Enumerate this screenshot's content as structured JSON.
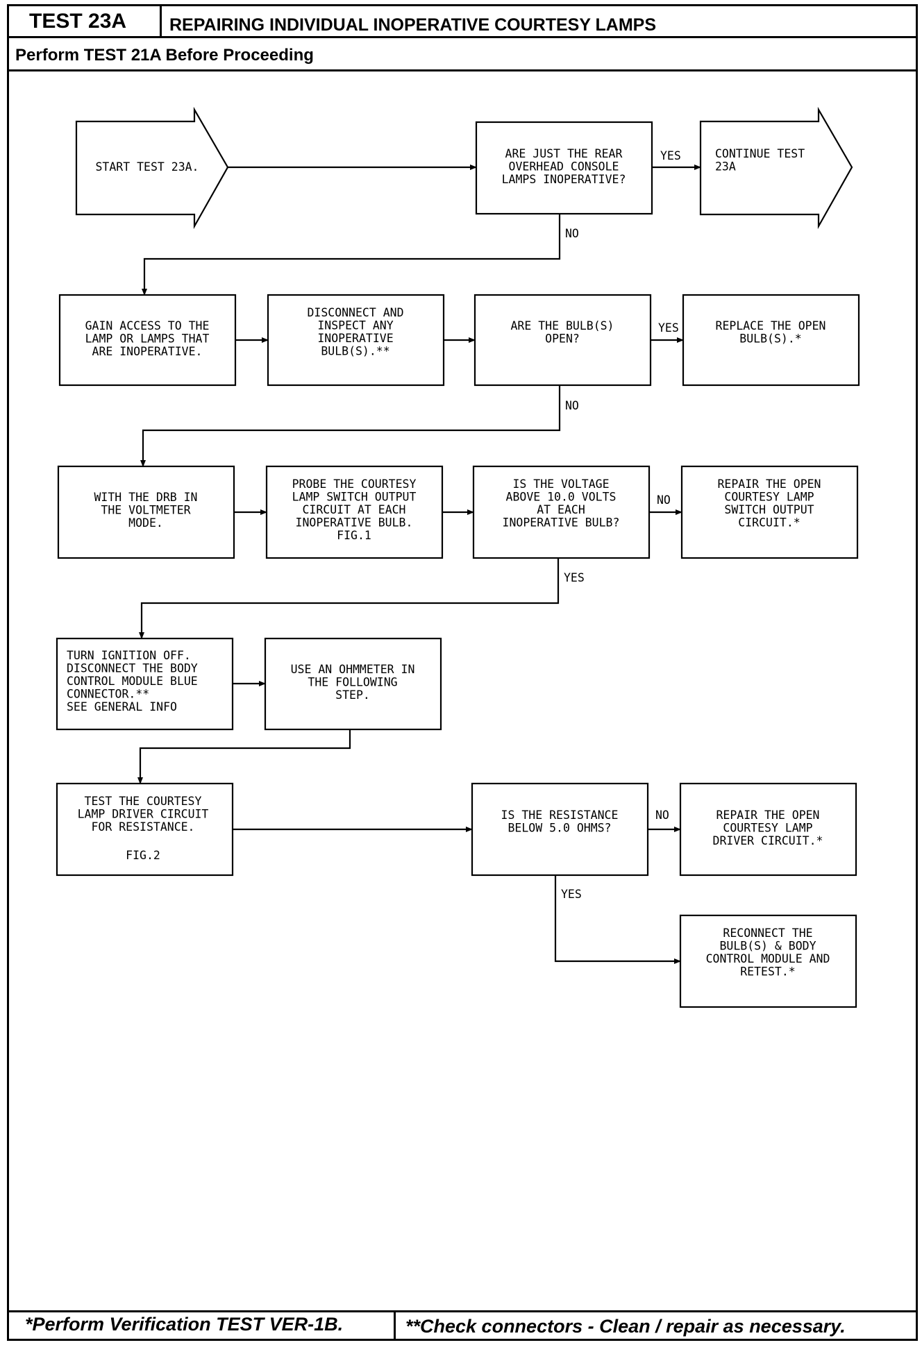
{
  "header": {
    "test_id": "TEST 23A",
    "title": "REPAIRING INDIVIDUAL INOPERATIVE COURTESY LAMPS",
    "prerequisite": "Perform TEST 21A Before Proceeding"
  },
  "flow": {
    "start": [
      "START TEST 23A."
    ],
    "q_rear": [
      "ARE JUST THE REAR",
      "OVERHEAD CONSOLE",
      "LAMPS INOPERATIVE?"
    ],
    "continue": [
      "CONTINUE TEST",
      "23A"
    ],
    "gain_access": [
      "GAIN ACCESS TO THE",
      "LAMP OR LAMPS THAT",
      "ARE INOPERATIVE."
    ],
    "disconnect_inspect": [
      "DISCONNECT AND",
      "INSPECT ANY",
      "INOPERATIVE",
      "BULB(S).**"
    ],
    "q_bulbs": [
      "ARE THE BULB(S)",
      "OPEN?"
    ],
    "replace_bulbs": [
      "REPLACE THE OPEN",
      "BULB(S).*"
    ],
    "drb": [
      "WITH THE DRB IN",
      "THE VOLTMETER",
      "MODE."
    ],
    "probe": [
      "PROBE THE COURTESY",
      "LAMP SWITCH OUTPUT",
      "CIRCUIT AT EACH",
      "INOPERATIVE BULB.",
      "FIG.1"
    ],
    "q_voltage": [
      "IS THE VOLTAGE",
      "ABOVE 10.0 VOLTS",
      "AT EACH",
      "INOPERATIVE BULB?"
    ],
    "repair_switch": [
      "REPAIR THE OPEN",
      "COURTESY LAMP",
      "SWITCH OUTPUT",
      "CIRCUIT.*"
    ],
    "ignition_off": [
      "TURN IGNITION OFF.",
      "DISCONNECT THE BODY",
      "CONTROL MODULE BLUE",
      "CONNECTOR.**",
      "SEE GENERAL INFO"
    ],
    "ohmmeter": [
      "USE AN OHMMETER IN",
      "THE FOLLOWING",
      "STEP."
    ],
    "test_driver": [
      "TEST THE COURTESY",
      "LAMP DRIVER CIRCUIT",
      "FOR RESISTANCE."
    ],
    "test_driver_fig": "FIG.2",
    "q_resistance": [
      "IS THE RESISTANCE",
      "BELOW 5.0 OHMS?"
    ],
    "repair_driver": [
      "REPAIR THE OPEN",
      "COURTESY LAMP",
      "DRIVER CIRCUIT.*"
    ],
    "reconnect": [
      "RECONNECT THE",
      "BULB(S) & BODY",
      "CONTROL MODULE AND",
      "RETEST.*"
    ]
  },
  "edges": {
    "yes": "YES",
    "no": "NO"
  },
  "footer": {
    "left": "*Perform Verification TEST VER-1B.",
    "right": "**Check connectors - Clean / repair as necessary."
  }
}
